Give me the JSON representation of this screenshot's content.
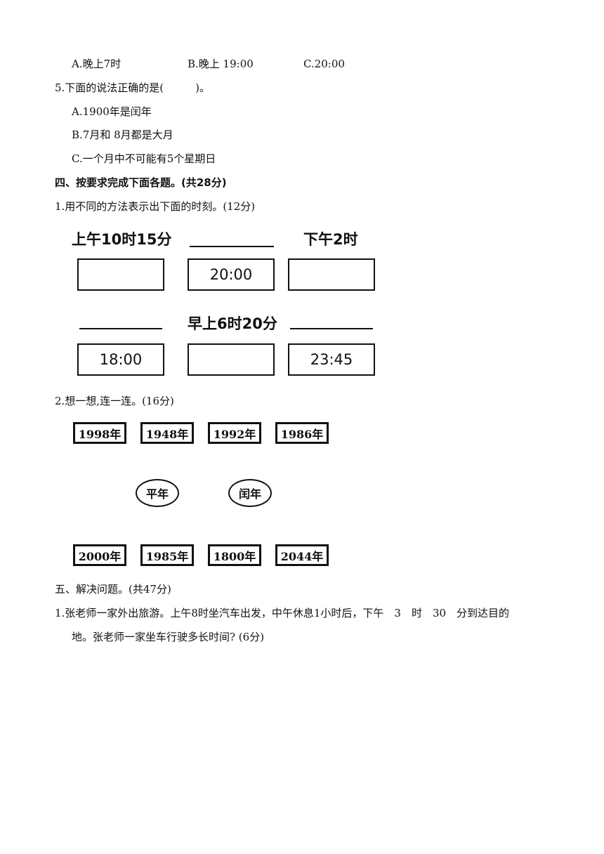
{
  "q4": {
    "options": [
      "A.晚上7时",
      "B.晚上 19:00",
      "C.20:00"
    ]
  },
  "q5": {
    "stem": "5.下面的说法正确的是(　　　)。",
    "options": [
      "A.1900年是闰年",
      "B.7月和 8月都是大月",
      "C.一个月中不可能有5个星期日"
    ]
  },
  "section4": {
    "heading": "四、按要求完成下面各题。(共28分)",
    "q1": {
      "stem": "1.用不同的方法表示出下面的时刻。(12分)",
      "row1_labels": [
        "上午10时15分",
        "",
        "下午2时"
      ],
      "row1_boxes": [
        "",
        "20:00",
        ""
      ],
      "row2_labels": [
        "",
        "早上6时20分",
        ""
      ],
      "row2_boxes": [
        "18:00",
        "",
        "23:45"
      ]
    },
    "q2": {
      "stem": "2.想一想,连一连。(16分)",
      "top_years": [
        "1998年",
        "1948年",
        "1992年",
        "1986年"
      ],
      "categories": [
        "平年",
        "闰年"
      ],
      "bottom_years": [
        "2000年",
        "1985年",
        "1800年",
        "2044年"
      ]
    }
  },
  "section5": {
    "heading": "五、解决问题。(共47分)",
    "q1_line1": "1.张老师一家外出旅游。上午8时坐汽车出发，中午休息1小时后，下午　3　时　30　分到达目的",
    "q1_line2": "地。张老师一家坐车行驶多长时间? (6分)"
  }
}
